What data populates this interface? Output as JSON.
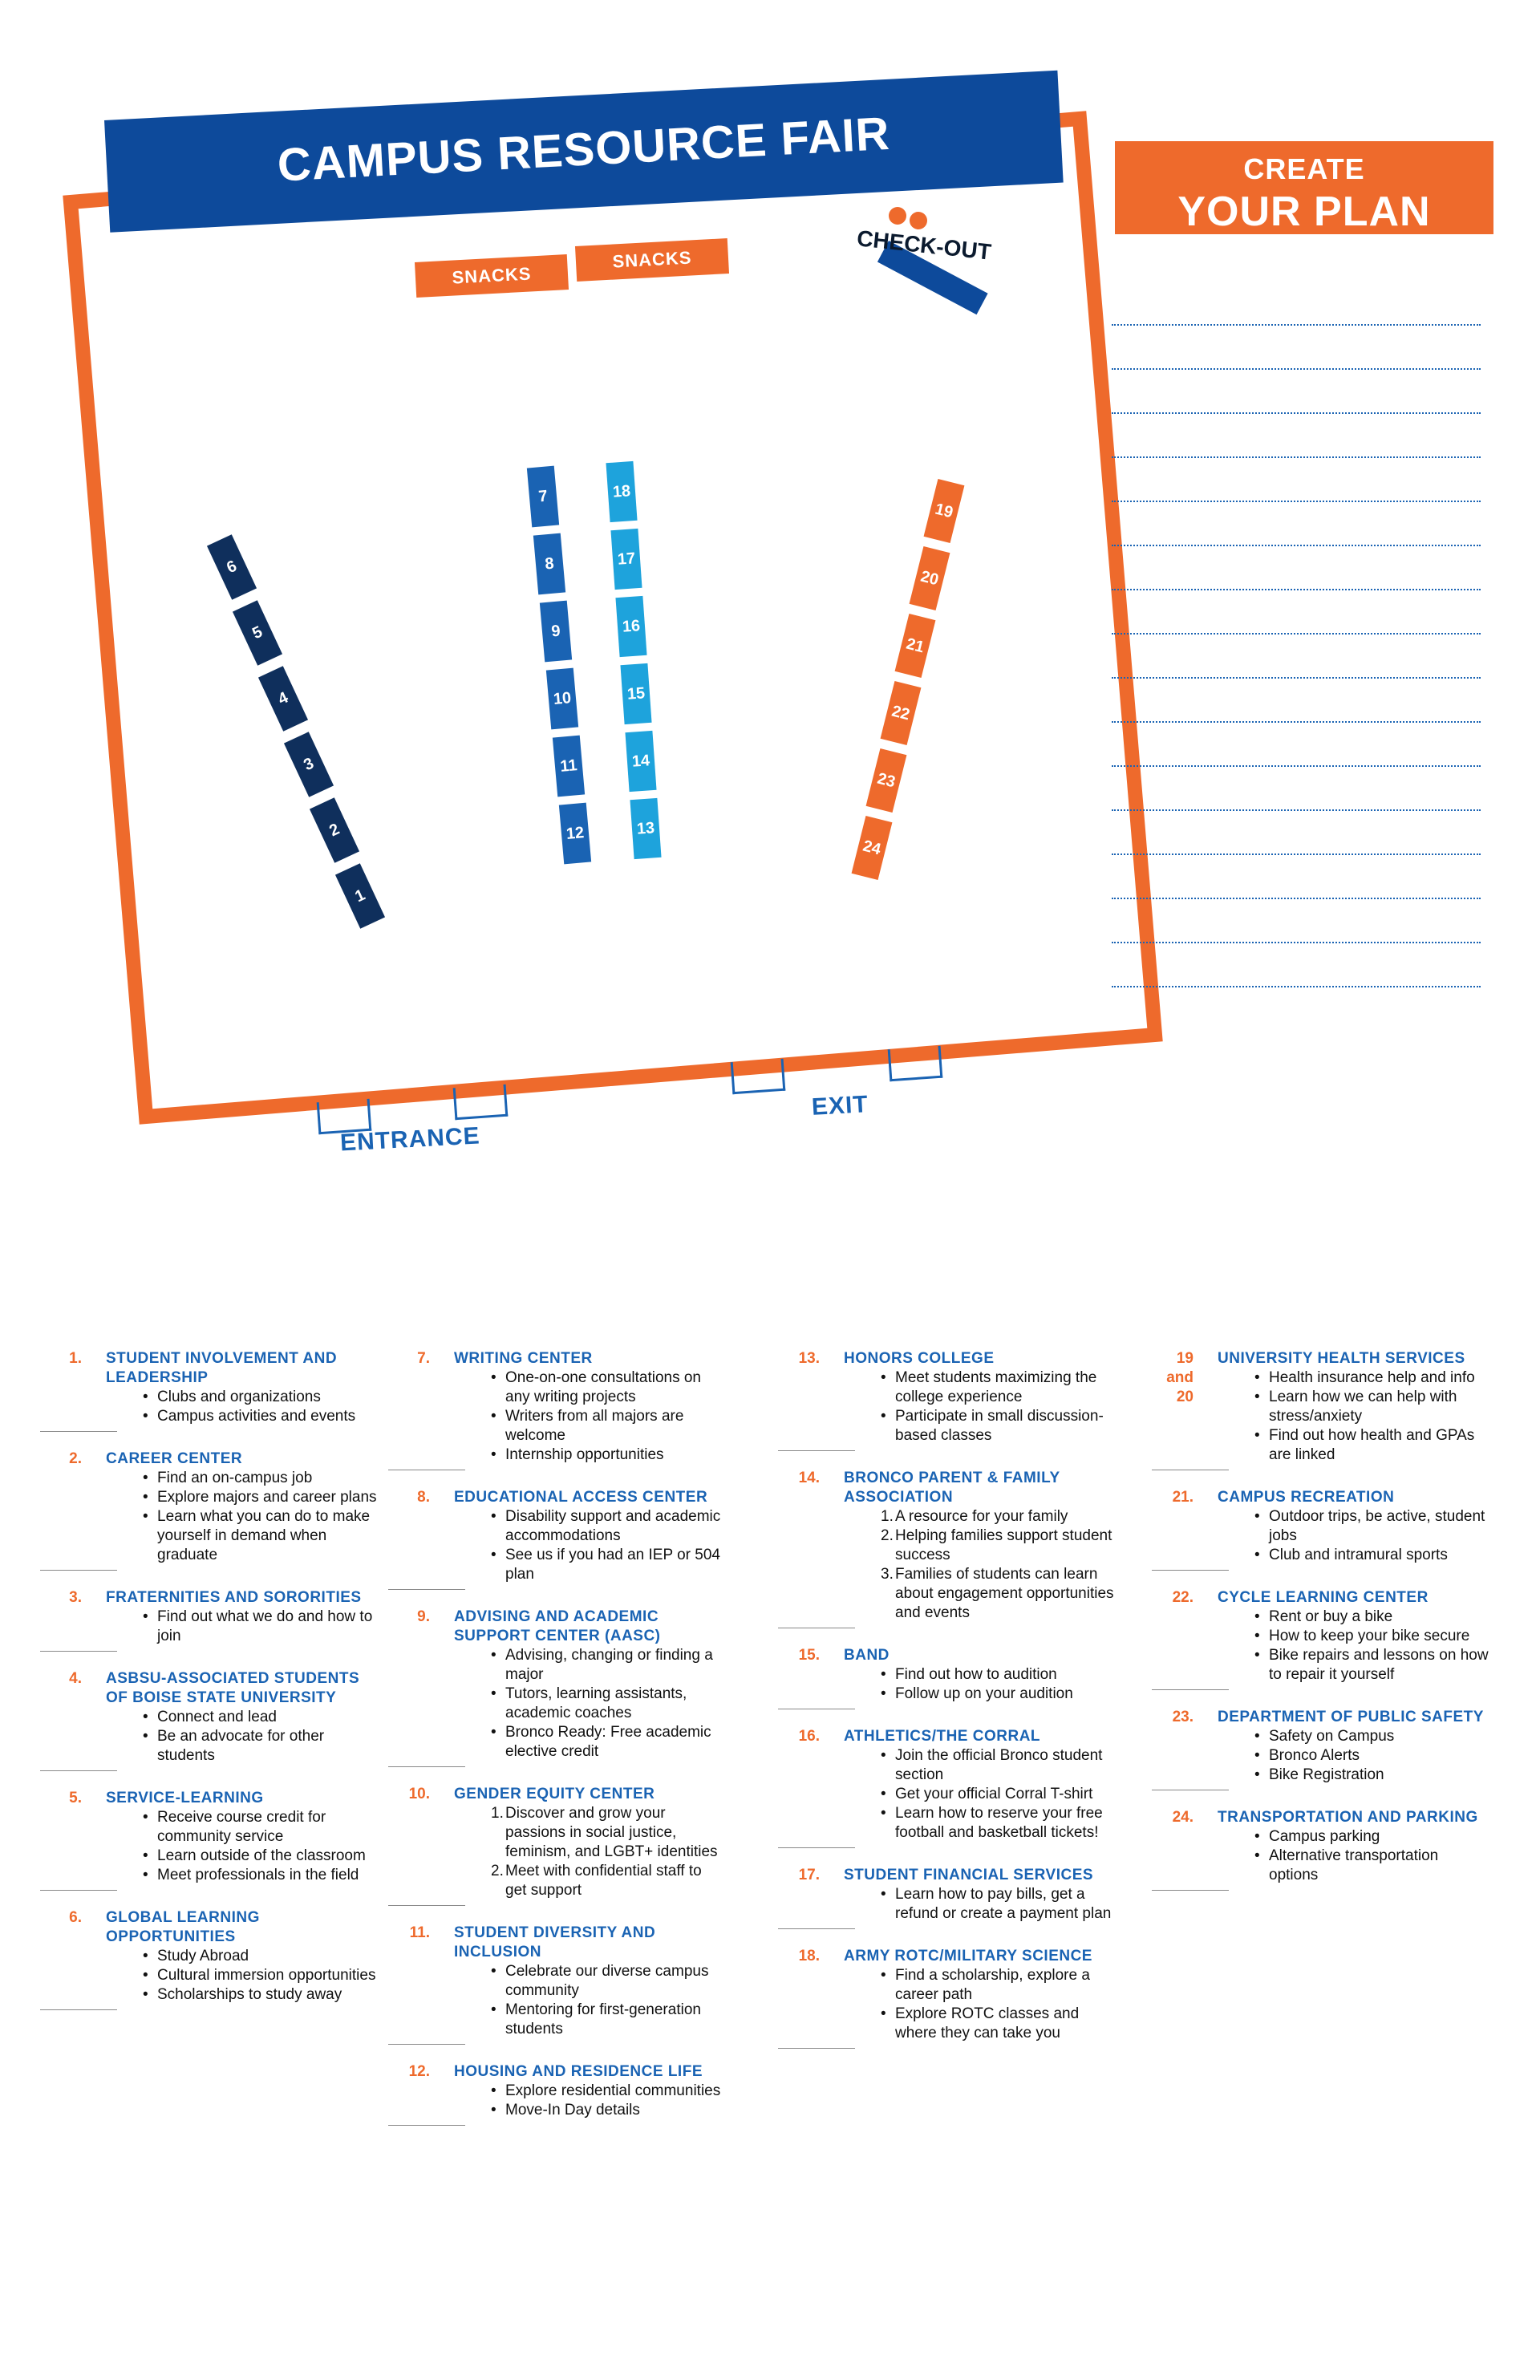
{
  "map": {
    "title": "CAMPUS RESOURCE FAIR",
    "snacks": [
      "SNACKS",
      "SNACKS"
    ],
    "checkout": "CHECK-OUT",
    "entrance": "ENTRANCE",
    "exit": "EXIT",
    "colors": {
      "frame": "#ee6a2c",
      "title": "#0d4a9b",
      "navy": "#0f2f5c",
      "blue": "#1a63b3",
      "sky": "#1ea3dc",
      "orange": "#ee6a2c"
    },
    "booths": [
      {
        "label": "1",
        "group": "navy"
      },
      {
        "label": "2",
        "group": "navy"
      },
      {
        "label": "3",
        "group": "navy"
      },
      {
        "label": "4",
        "group": "navy"
      },
      {
        "label": "5",
        "group": "navy"
      },
      {
        "label": "6",
        "group": "navy"
      },
      {
        "label": "7",
        "group": "blue"
      },
      {
        "label": "8",
        "group": "blue"
      },
      {
        "label": "9",
        "group": "blue"
      },
      {
        "label": "10",
        "group": "blue"
      },
      {
        "label": "11",
        "group": "blue"
      },
      {
        "label": "12",
        "group": "blue"
      },
      {
        "label": "13",
        "group": "sky"
      },
      {
        "label": "14",
        "group": "sky"
      },
      {
        "label": "15",
        "group": "sky"
      },
      {
        "label": "16",
        "group": "sky"
      },
      {
        "label": "17",
        "group": "sky"
      },
      {
        "label": "18",
        "group": "sky"
      },
      {
        "label": "19",
        "group": "orange"
      },
      {
        "label": "20",
        "group": "orange"
      },
      {
        "label": "21",
        "group": "orange"
      },
      {
        "label": "22",
        "group": "orange"
      },
      {
        "label": "23",
        "group": "orange"
      },
      {
        "label": "24",
        "group": "orange"
      }
    ]
  },
  "plan": {
    "line1": "CREATE",
    "line2": "YOUR PLAN",
    "line_count": 16
  },
  "directory": {
    "columns": [
      [
        {
          "num": "1.",
          "name": "STUDENT INVOLVEMENT AND LEADERSHIP",
          "list": "bullet",
          "items": [
            "Clubs and organizations",
            "Campus activities and events"
          ]
        },
        {
          "num": "2.",
          "name": "CAREER CENTER",
          "list": "bullet",
          "items": [
            "Find an on-campus job",
            "Explore majors and career plans",
            "Learn what you can do to make yourself in demand when graduate"
          ]
        },
        {
          "num": "3.",
          "name": "FRATERNITIES AND SORORITIES",
          "list": "bullet",
          "items": [
            "Find out what we do and how to join"
          ]
        },
        {
          "num": "4.",
          "name": "ASBSU-ASSOCIATED STUDENTS OF BOISE STATE UNIVERSITY",
          "list": "bullet",
          "items": [
            "Connect and lead",
            "Be an advocate for other students"
          ]
        },
        {
          "num": "5.",
          "name": "SERVICE-LEARNING",
          "list": "bullet",
          "items": [
            "Receive course credit for community service",
            "Learn outside of the classroom",
            "Meet professionals in the field"
          ]
        },
        {
          "num": "6.",
          "name": "GLOBAL LEARNING OPPORTUNITIES",
          "list": "bullet",
          "items": [
            "Study Abroad",
            "Cultural immersion opportunities",
            "Scholarships to study away"
          ]
        }
      ],
      [
        {
          "num": "7.",
          "name": "WRITING CENTER",
          "list": "bullet",
          "items": [
            "One-on-one consultations on any writing projects",
            "Writers from all majors are welcome",
            "Internship opportunities"
          ]
        },
        {
          "num": "8.",
          "name": "EDUCATIONAL ACCESS CENTER",
          "list": "bullet",
          "items": [
            "Disability support and academic accommodations",
            "See us if you had an IEP or 504 plan"
          ]
        },
        {
          "num": "9.",
          "name": "ADVISING AND ACADEMIC SUPPORT CENTER (AASC)",
          "list": "bullet",
          "items": [
            "Advising, changing or finding a major",
            "Tutors, learning assistants, academic coaches",
            "Bronco Ready: Free academic elective credit"
          ]
        },
        {
          "num": "10.",
          "name": "GENDER EQUITY CENTER",
          "list": "number",
          "items": [
            "Discover and grow your passions in social justice, feminism, and LGBT+ identities",
            "Meet with confidential staff to get support"
          ]
        },
        {
          "num": "11.",
          "name": "STUDENT DIVERSITY AND INCLUSION",
          "list": "bullet",
          "items": [
            "Celebrate our diverse campus community",
            "Mentoring for first-generation students"
          ]
        },
        {
          "num": "12.",
          "name": "HOUSING AND RESIDENCE LIFE",
          "list": "bullet",
          "items": [
            "Explore residential communities",
            "Move-In Day details"
          ]
        }
      ],
      [
        {
          "num": "13.",
          "name": "HONORS COLLEGE",
          "list": "bullet",
          "items": [
            "Meet students maximizing the college experience",
            "Participate in small discussion-based classes"
          ]
        },
        {
          "num": "14.",
          "name": "BRONCO PARENT & FAMILY ASSOCIATION",
          "list": "number",
          "items": [
            "A resource for your family",
            "Helping families support student success",
            "Families of students can learn about engagement opportunities and events"
          ]
        },
        {
          "num": "15.",
          "name": "BAND",
          "list": "bullet",
          "items": [
            "Find out how to audition",
            "Follow up on your audition"
          ]
        },
        {
          "num": "16.",
          "name": "ATHLETICS/THE CORRAL",
          "list": "bullet",
          "items": [
            "Join the official Bronco student section",
            "Get your official Corral T-shirt",
            "Learn how to reserve your free football and basketball tickets!"
          ]
        },
        {
          "num": "17.",
          "name": "STUDENT FINANCIAL SERVICES",
          "list": "bullet",
          "items": [
            "Learn how to pay bills, get a refund or create a payment plan"
          ]
        },
        {
          "num": "18.",
          "name": "ARMY ROTC/MILITARY SCIENCE",
          "list": "bullet",
          "items": [
            "Find a scholarship, explore a career path",
            "Explore ROTC classes and where they can take you"
          ]
        }
      ],
      [
        {
          "num": "19 and 20",
          "name": "UNIVERSITY HEALTH SERVICES",
          "list": "bullet",
          "items": [
            "Health insurance help and info",
            "Learn how we can help with stress/anxiety",
            "Find out how health and GPAs are linked"
          ]
        },
        {
          "num": "21.",
          "name": "CAMPUS RECREATION",
          "list": "bullet",
          "items": [
            "Outdoor trips, be active, student jobs",
            "Club and intramural sports"
          ]
        },
        {
          "num": "22.",
          "name": "CYCLE LEARNING CENTER",
          "list": "bullet",
          "items": [
            "Rent or buy a bike",
            "How to keep your bike secure",
            "Bike repairs and lessons on how to repair it yourself"
          ]
        },
        {
          "num": "23.",
          "name": "DEPARTMENT OF PUBLIC SAFETY",
          "list": "bullet",
          "items": [
            "Safety on Campus",
            "Bronco Alerts",
            "Bike Registration"
          ]
        },
        {
          "num": "24.",
          "name": "TRANSPORTATION AND PARKING",
          "list": "bullet",
          "items": [
            "Campus parking",
            "Alternative transportation options"
          ]
        }
      ]
    ]
  }
}
